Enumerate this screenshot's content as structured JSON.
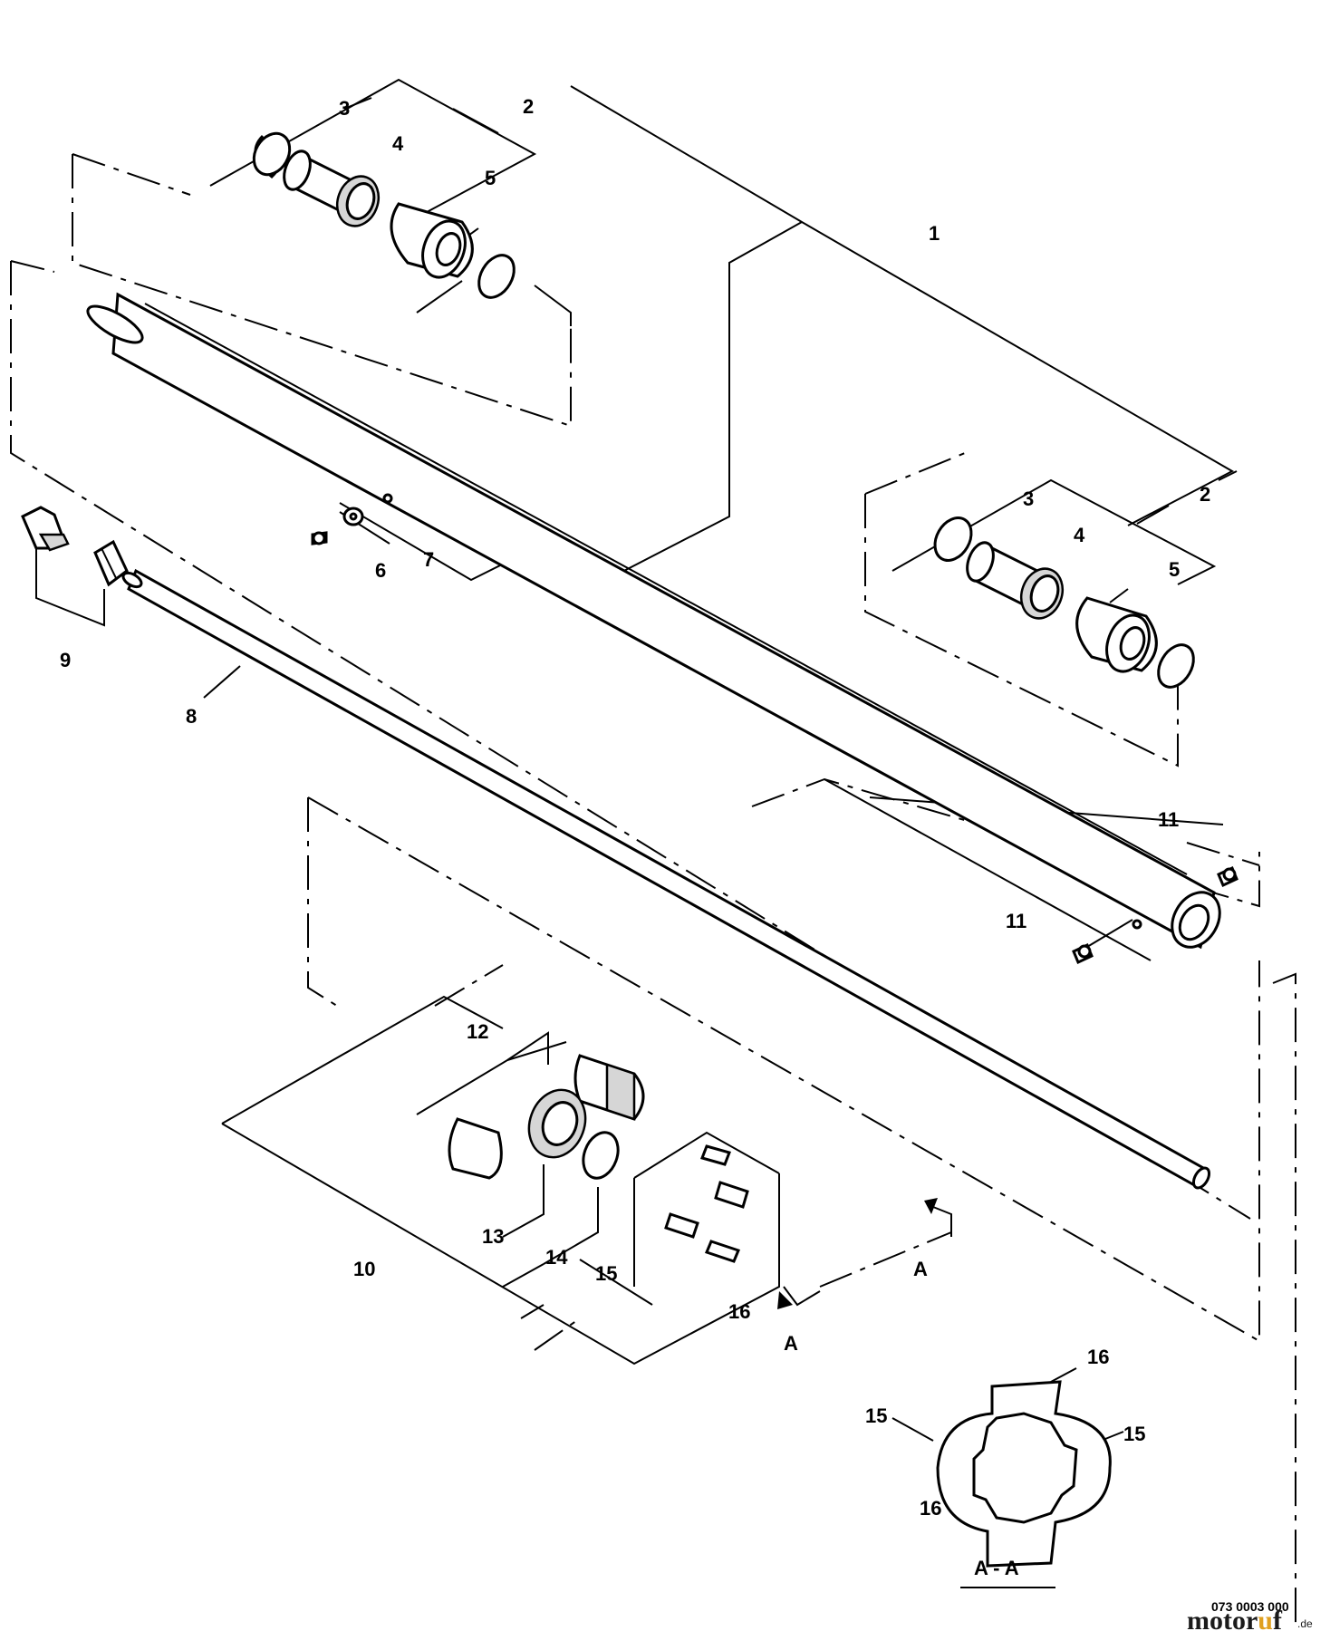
{
  "callouts": {
    "c1": "1",
    "c2": "2",
    "c3": "3",
    "c4": "4",
    "c5": "5",
    "c6": "6",
    "c7": "7",
    "c8": "8",
    "c9": "9",
    "c10": "10",
    "c11": "11",
    "c12": "12",
    "c13": "13",
    "c14": "14",
    "c15": "15",
    "c16": "16"
  },
  "section": {
    "arrow_label": "A",
    "title": "A - A"
  },
  "drawing_number": "073 0003 000",
  "watermark": {
    "text": "motoruf",
    "suffix": ".de",
    "color_dark": "#1a1a1a",
    "color_accent": "#e0a020"
  }
}
